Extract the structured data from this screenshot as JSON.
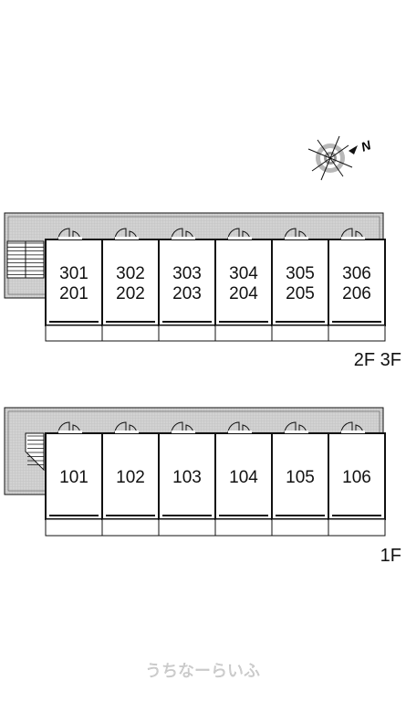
{
  "compass": {
    "icon": "compass-rose-icon",
    "north_label": "N"
  },
  "floors": [
    {
      "id": "upper",
      "label": "2F 3F",
      "rooms": [
        [
          "301",
          "201"
        ],
        [
          "302",
          "202"
        ],
        [
          "303",
          "203"
        ],
        [
          "304",
          "204"
        ],
        [
          "305",
          "205"
        ],
        [
          "306",
          "206"
        ]
      ]
    },
    {
      "id": "ground",
      "label": "1F",
      "rooms": [
        [
          "101"
        ],
        [
          "102"
        ],
        [
          "103"
        ],
        [
          "104"
        ],
        [
          "105"
        ],
        [
          "106"
        ]
      ]
    }
  ],
  "watermark": "うちなーらいふ",
  "colors": {
    "corridor": "#d6d6d6",
    "line": "#111111",
    "watermark": "#cfcfcf"
  }
}
